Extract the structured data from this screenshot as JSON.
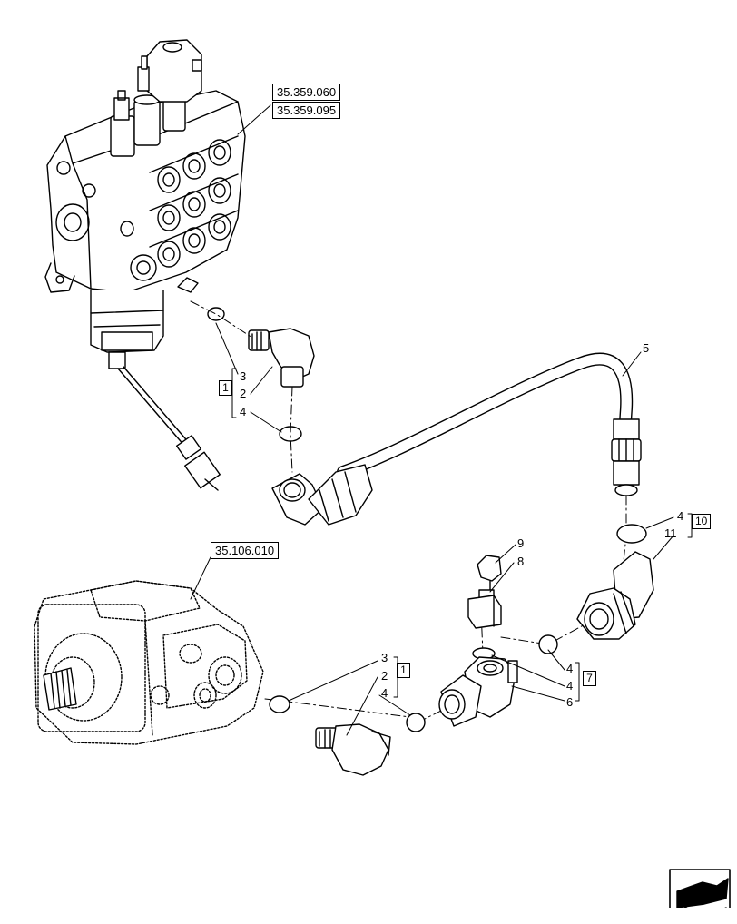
{
  "references": {
    "control_valve_a": "35.359.060",
    "control_valve_b": "35.359.095",
    "pump": "35.106.010"
  },
  "kits": {
    "kit_1_upper": "1",
    "kit_1_lower": "1",
    "kit_7": "7",
    "kit_10": "10"
  },
  "callouts": {
    "upper_3": "3",
    "upper_2": "2",
    "upper_4": "4",
    "hose_5": "5",
    "right_4": "4",
    "right_11": "11",
    "cap_9": "9",
    "fitting_8": "8",
    "lower_3": "3",
    "lower_2": "2",
    "lower_4": "4",
    "tee_4a": "4",
    "tee_4b": "4",
    "tee_6": "6"
  },
  "icons": {
    "nav": "next-page-arrow-icon"
  }
}
